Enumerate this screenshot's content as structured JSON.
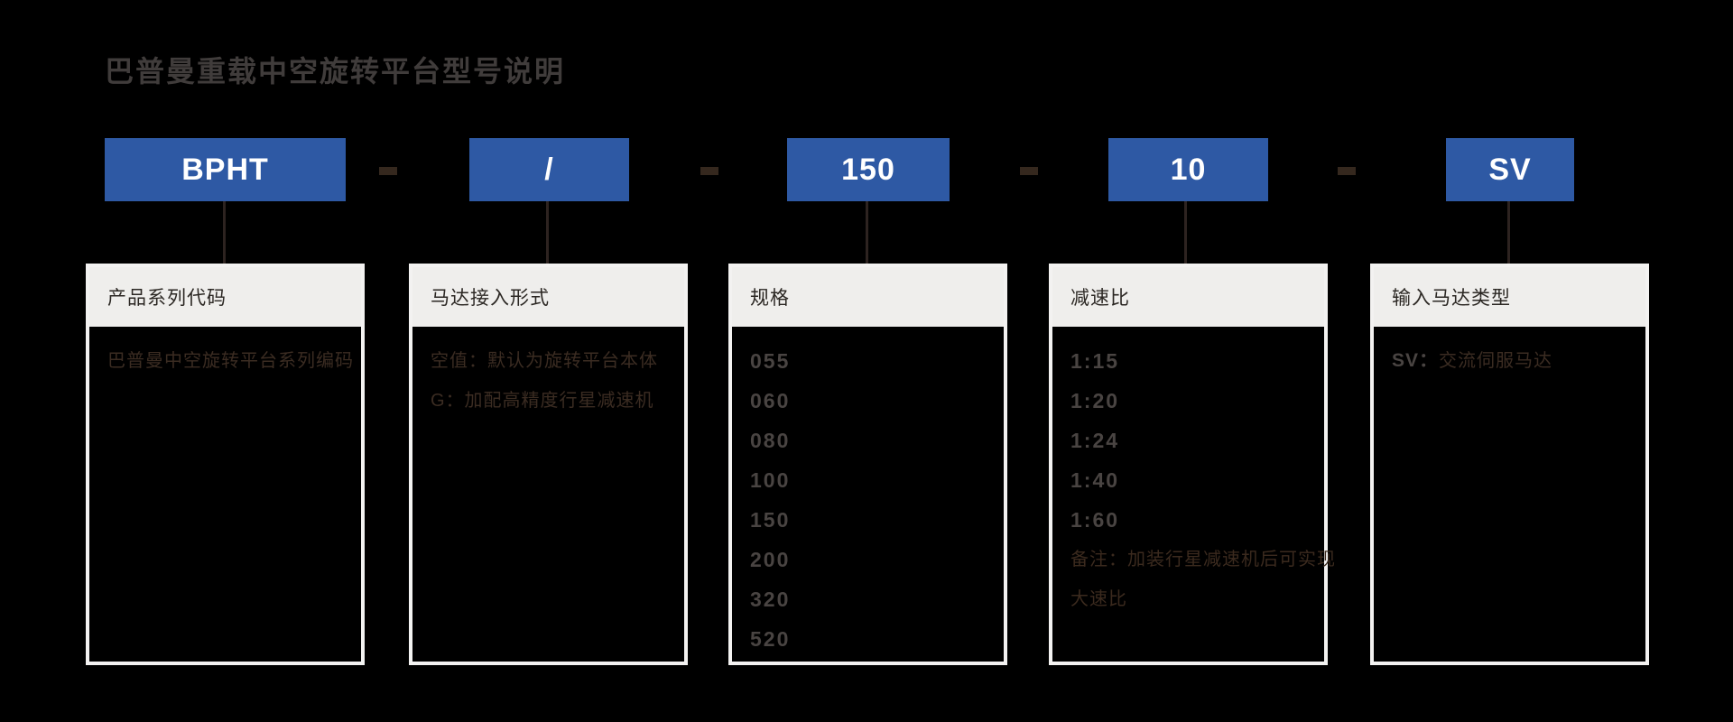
{
  "page": {
    "title": "巴普曼重载中空旋转平台型号说明"
  },
  "colors": {
    "background": "#000000",
    "accent_blue": "#2e59a4",
    "box_border_white": "#f3f2f1",
    "header_fill": "#efeeec",
    "dim_brown_text": "#3b2c22",
    "dim_gray_number": "#494442"
  },
  "model_code": {
    "separator": "-",
    "segments": [
      {
        "label": "BPHT"
      },
      {
        "label": "/"
      },
      {
        "label": "150"
      },
      {
        "label": "10"
      },
      {
        "label": "SV"
      }
    ]
  },
  "columns": [
    {
      "header": "产品系列代码",
      "lines": [
        "巴普曼中空旋转平台系列编码"
      ]
    },
    {
      "header": "马达接入形式",
      "lines": [
        "空值：默认为旋转平台本体",
        "G：加配高精度行星减速机"
      ]
    },
    {
      "header": "规格",
      "items": [
        "055",
        "060",
        "080",
        "100",
        "150",
        "200",
        "320",
        "520"
      ]
    },
    {
      "header": "减速比",
      "items": [
        "1:15",
        "1:20",
        "1:24",
        "1:40",
        "1:60"
      ],
      "note_lines": [
        "备注：加装行星减速机后可实现",
        "大速比"
      ]
    },
    {
      "header": "输入马达类型",
      "code": "SV：",
      "code_desc": "交流伺服马达"
    }
  ]
}
